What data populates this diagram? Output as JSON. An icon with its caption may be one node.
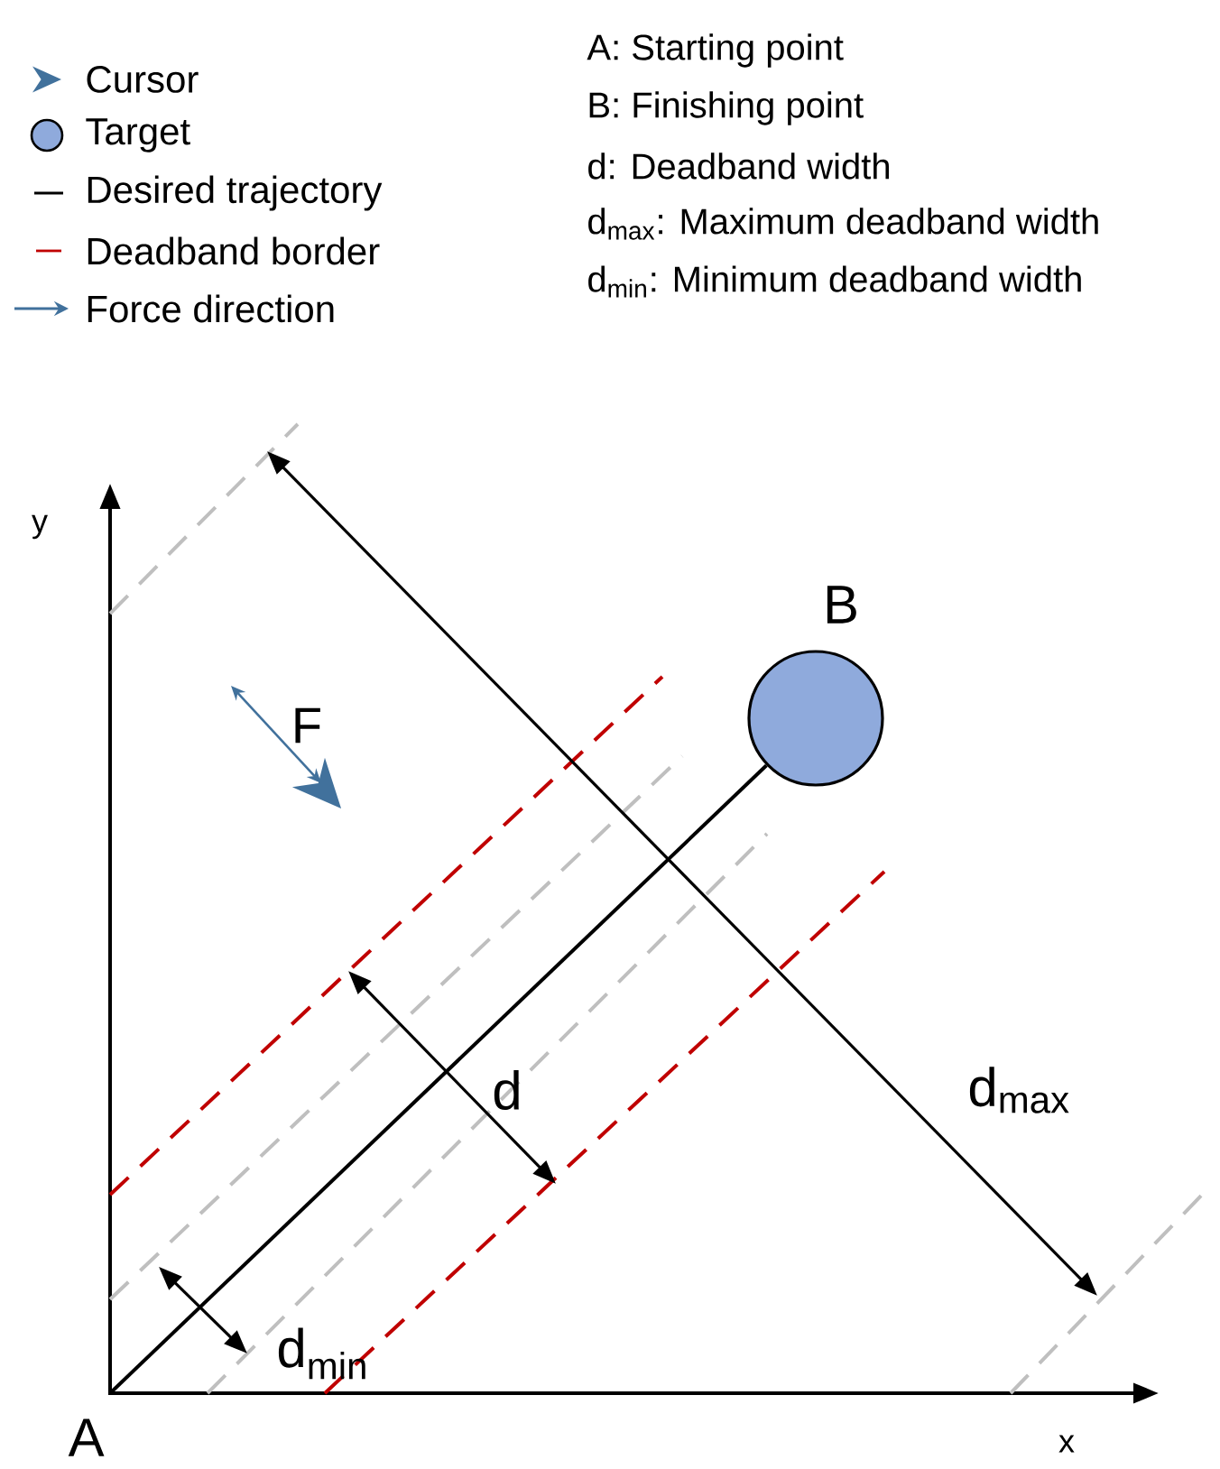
{
  "diagram": {
    "nodes": [
      {
        "text": [
          "A"
        ]
      },
      {
        "text": [],
        "shape": "circle",
        "beside": [
          "B"
        ]
      }
    ],
    "edges": [
      {
        "from": 0,
        "to": 1,
        "arrow": "none"
      }
    ],
    "labels": [
      "A: Starting point",
      "B: Finishing point",
      "d: Deadband width",
      "d$_{max}$: Maximum deadband width",
      "d$_{min}$: Minimum deadband width",
      "y",
      "F",
      "d",
      "d$_{max}$",
      "d$_{min}$",
      "x"
    ],
    "legend": [
      {
        "text": "Cursor"
      },
      {
        "text": "Target"
      },
      {
        "text": "Desired trajectory"
      },
      {
        "text": "Deadband border"
      },
      {
        "text": "Force direction"
      }
    ]
  }
}
